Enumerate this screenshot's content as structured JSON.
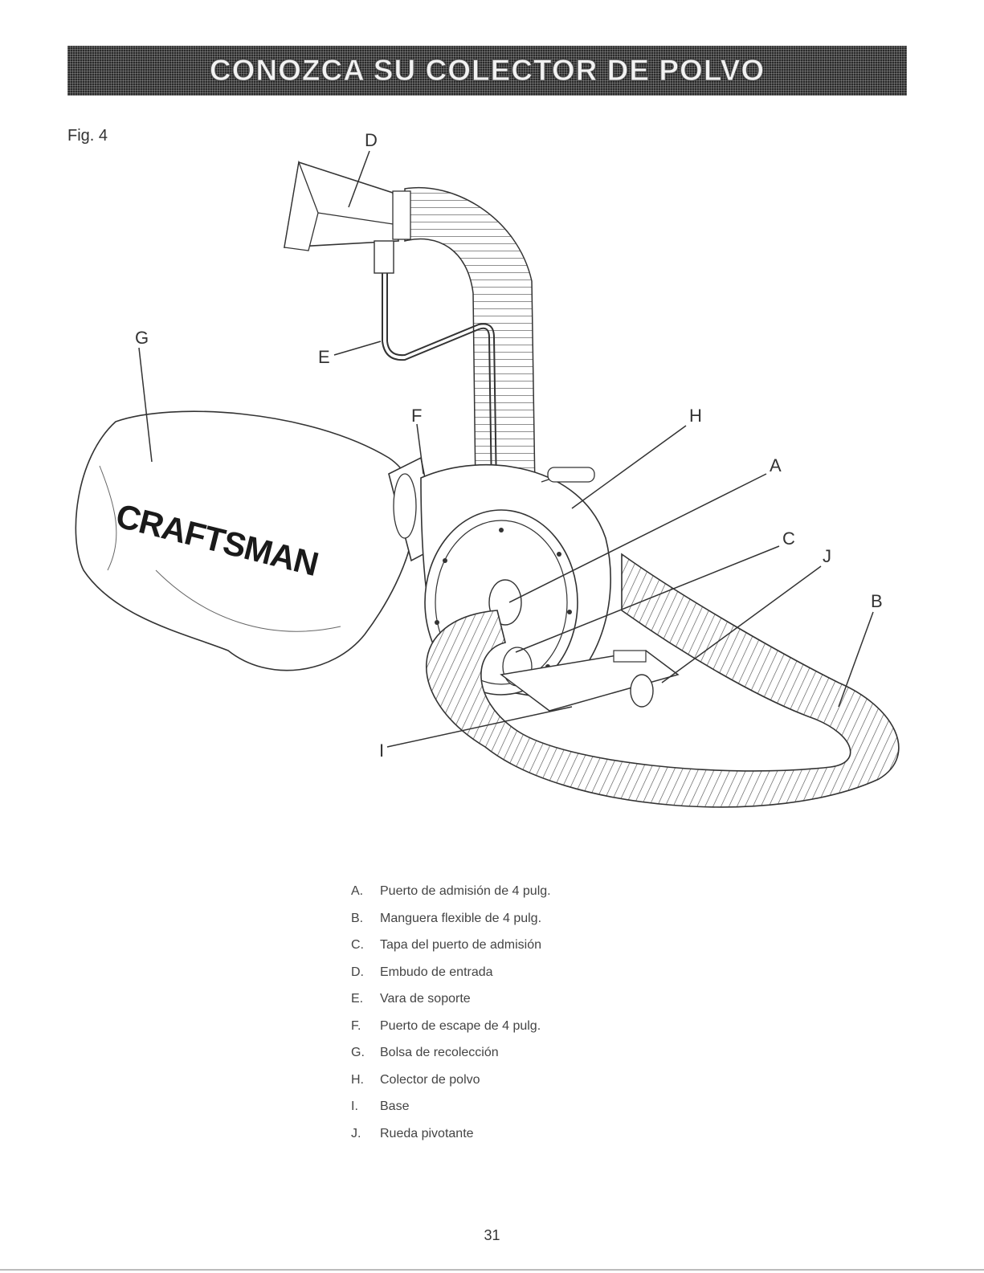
{
  "header": {
    "title": "CONOZCA SU COLECTOR DE POLVO"
  },
  "figure": {
    "label": "Fig. 4",
    "brand": "CRAFTSMAN",
    "callouts": [
      "A",
      "B",
      "C",
      "D",
      "E",
      "F",
      "G",
      "H",
      "I",
      "J"
    ]
  },
  "legend": [
    {
      "letter": "A.",
      "text": "Puerto de admisión de 4 pulg."
    },
    {
      "letter": "B.",
      "text": "Manguera flexible de 4 pulg."
    },
    {
      "letter": "C.",
      "text": "Tapa del puerto de admisión"
    },
    {
      "letter": "D.",
      "text": "Embudo de entrada"
    },
    {
      "letter": "E.",
      "text": "Vara de soporte"
    },
    {
      "letter": "F.",
      "text": "Puerto de escape de 4 pulg."
    },
    {
      "letter": "G.",
      "text": "Bolsa de recolección"
    },
    {
      "letter": "H.",
      "text": "Colector de polvo"
    },
    {
      "letter": "I.",
      "text": "Base"
    },
    {
      "letter": "J.",
      "text": "Rueda pivotante"
    }
  ],
  "footer": {
    "page_number": "31"
  }
}
